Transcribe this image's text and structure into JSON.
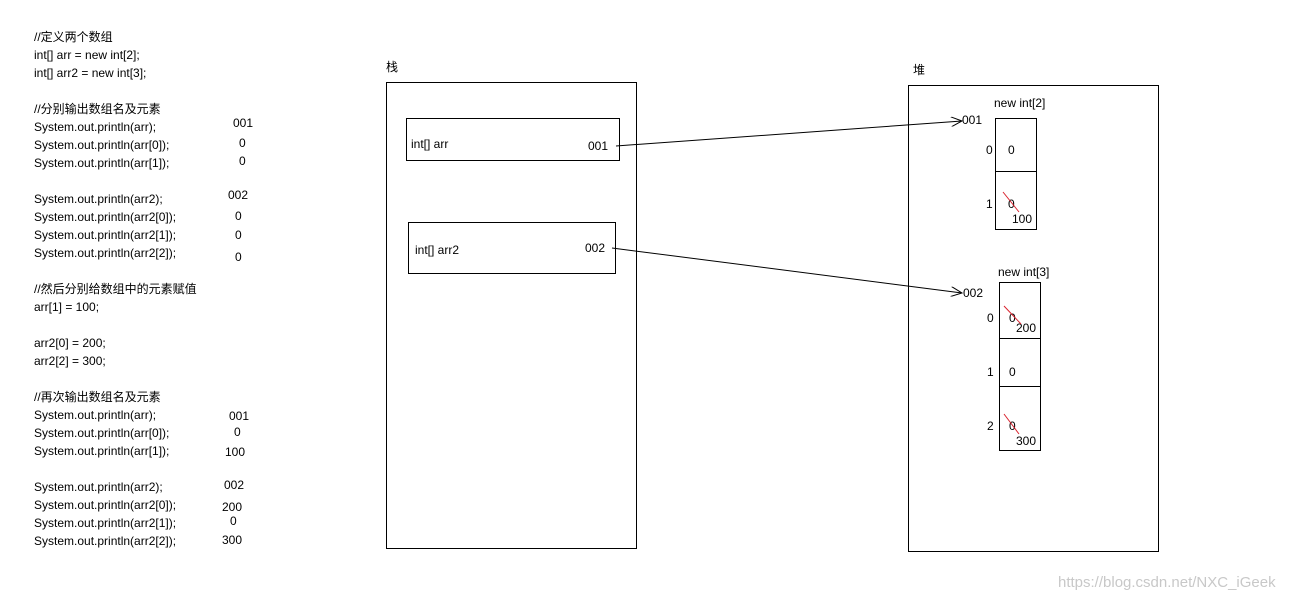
{
  "code": {
    "lines": [
      {
        "text": "//定义两个数组"
      },
      {
        "text": "int[] arr = new int[2];"
      },
      {
        "text": "int[] arr2 = new int[3];"
      },
      {
        "text": ""
      },
      {
        "text": "//分别输出数组名及元素"
      },
      {
        "text": "System.out.println(arr);",
        "result": "001"
      },
      {
        "text": "System.out.println(arr[0]);",
        "result": "0"
      },
      {
        "text": "System.out.println(arr[1]);",
        "result": "0"
      },
      {
        "text": ""
      },
      {
        "text": "System.out.println(arr2);",
        "result": "002"
      },
      {
        "text": "System.out.println(arr2[0]);",
        "result": "0"
      },
      {
        "text": "System.out.println(arr2[1]);",
        "result": "0"
      },
      {
        "text": "System.out.println(arr2[2]);",
        "result": "0"
      },
      {
        "text": ""
      },
      {
        "text": "//然后分别给数组中的元素赋值"
      },
      {
        "text": "arr[1] = 100;"
      },
      {
        "text": ""
      },
      {
        "text": "arr2[0] = 200;"
      },
      {
        "text": "arr2[2] = 300;"
      },
      {
        "text": ""
      },
      {
        "text": "//再次输出数组名及元素"
      },
      {
        "text": "System.out.println(arr);",
        "result": "001"
      },
      {
        "text": "System.out.println(arr[0]);",
        "result": "0"
      },
      {
        "text": "System.out.println(arr[1]);",
        "result": "100"
      },
      {
        "text": ""
      },
      {
        "text": "System.out.println(arr2);",
        "result": "002"
      },
      {
        "text": "System.out.println(arr2[0]);",
        "result": "200"
      },
      {
        "text": "System.out.println(arr2[1]);",
        "result": "0"
      },
      {
        "text": "System.out.println(arr2[2]);",
        "result": "300"
      }
    ]
  },
  "stack": {
    "title": "栈",
    "vars": [
      {
        "name": "int[] arr",
        "address": "001"
      },
      {
        "name": "int[] arr2",
        "address": "002"
      }
    ]
  },
  "heap": {
    "title": "堆",
    "arrays": [
      {
        "label": "new int[2]",
        "address": "001",
        "cells": [
          {
            "index": "0",
            "value": "0"
          },
          {
            "index": "1",
            "old_value": "0",
            "new_value": "100"
          }
        ]
      },
      {
        "label": "new int[3]",
        "address": "002",
        "cells": [
          {
            "index": "0",
            "old_value": "0",
            "new_value": "200"
          },
          {
            "index": "1",
            "value": "0"
          },
          {
            "index": "2",
            "old_value": "0",
            "new_value": "300"
          }
        ]
      }
    ]
  },
  "watermark": "https://blog.csdn.net/NXC_iGeek",
  "colors": {
    "strike": "#d9232e",
    "line": "#000000",
    "watermark": "#c8c8c8"
  }
}
